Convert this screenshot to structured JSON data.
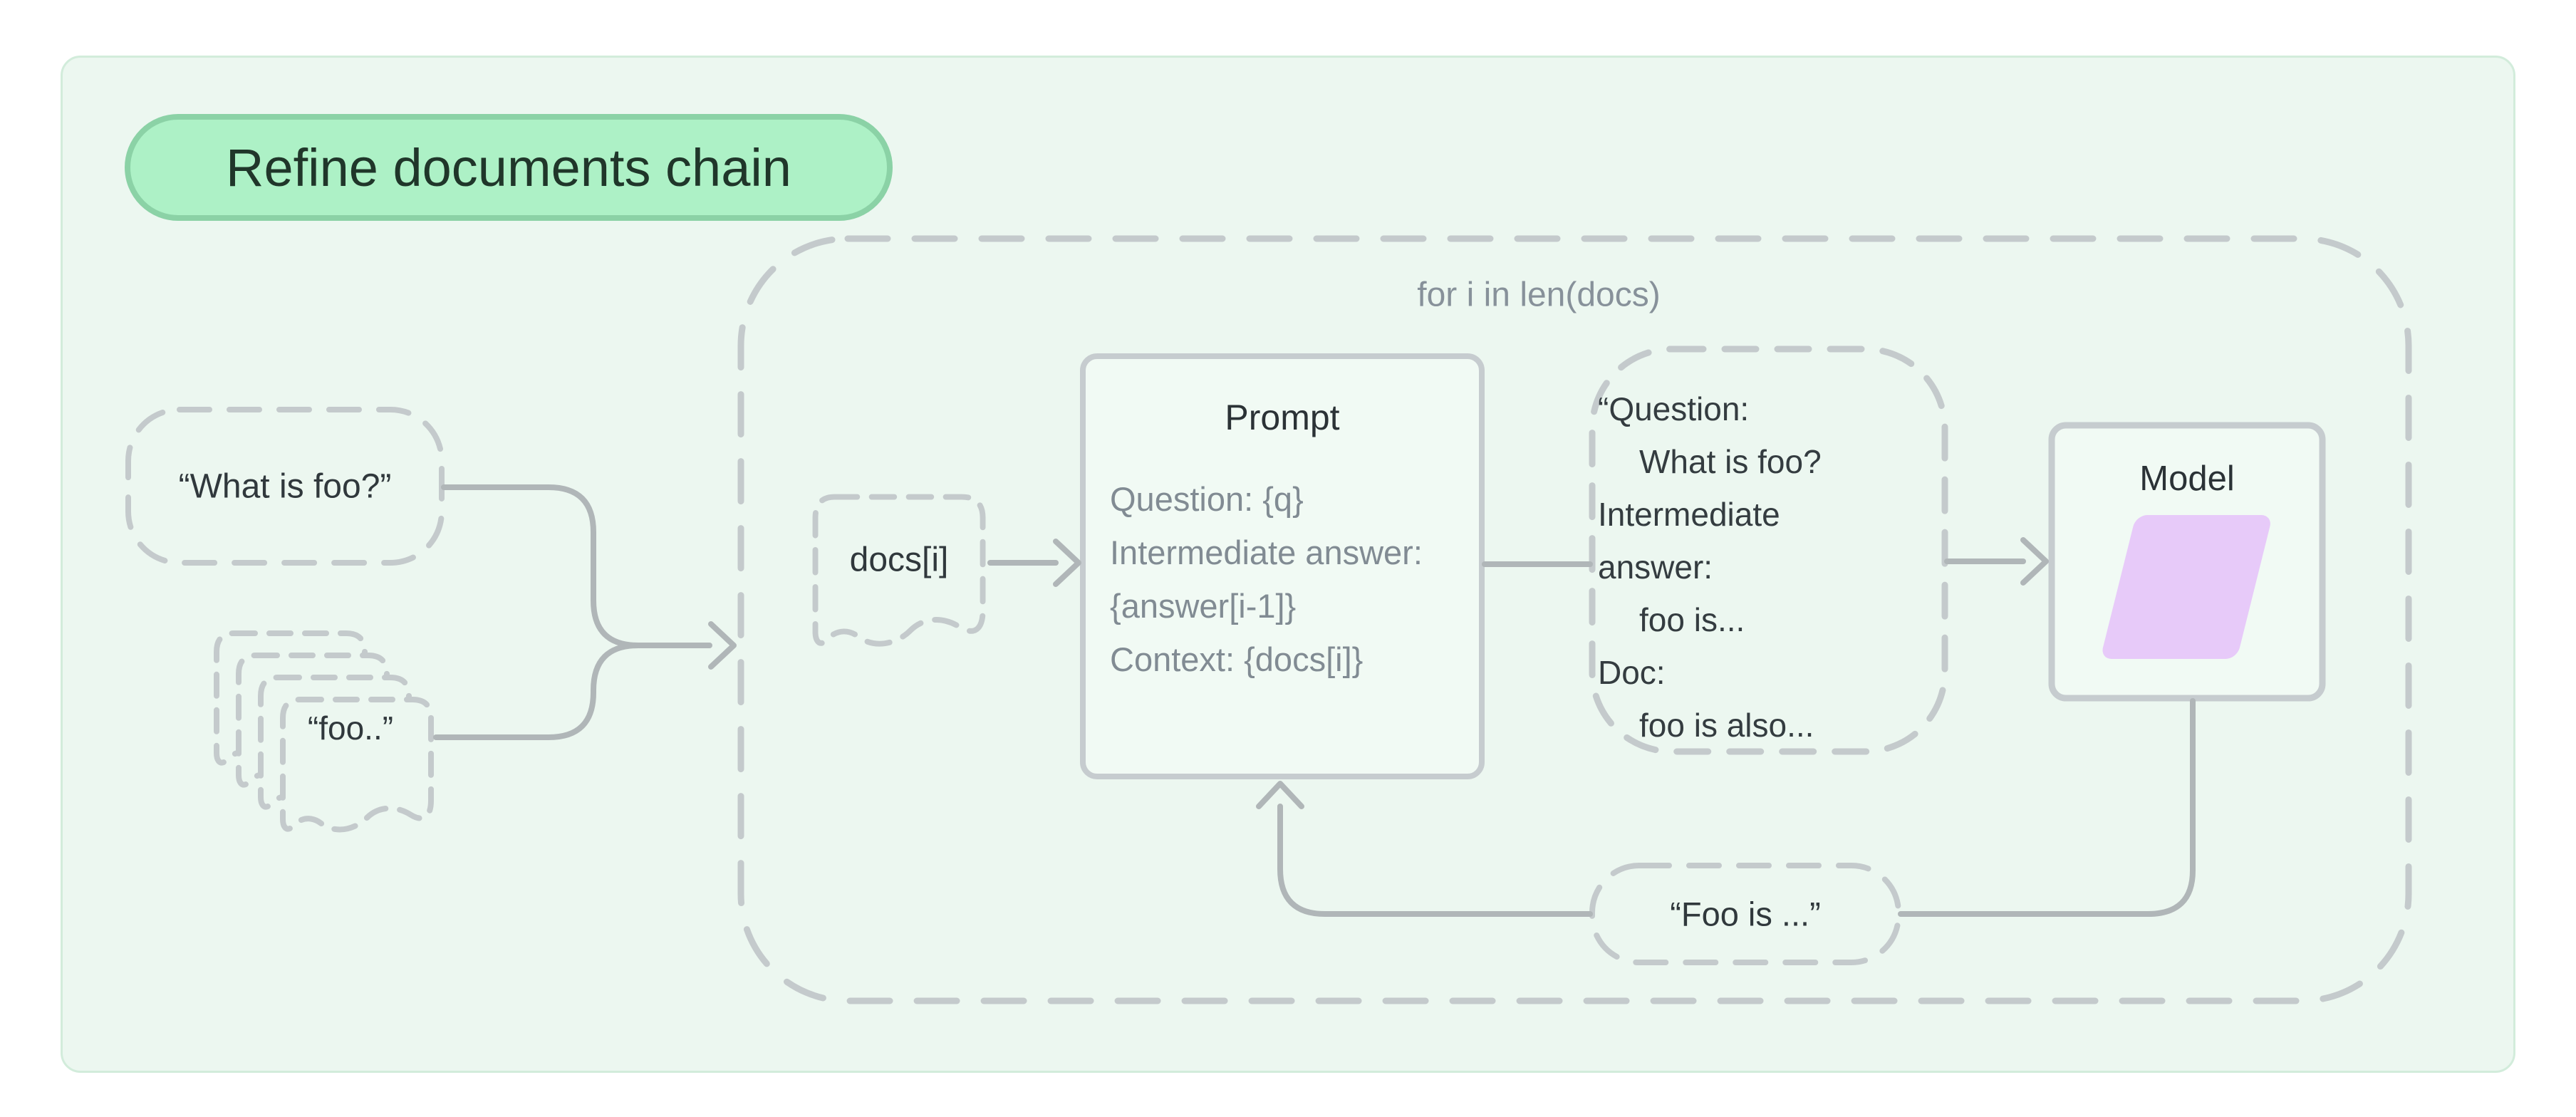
{
  "badge": {
    "label": "Refine documents chain"
  },
  "loop": {
    "label": "for i in len(docs)"
  },
  "nodes": {
    "question": {
      "label": "“What is foo?”"
    },
    "docs_stack": {
      "label": "“foo..”"
    },
    "doc_item": {
      "label": "docs[i]"
    },
    "prompt": {
      "title": "Prompt",
      "lines": [
        "Question: {q}",
        "Intermediate answer:",
        "{answer[i-1]}",
        "Context: {docs[i]}"
      ]
    },
    "intermediate_output": {
      "lines": [
        {
          "text": "“Question:",
          "indent": false
        },
        {
          "text": "What is foo?",
          "indent": true
        },
        {
          "text": "Intermediate",
          "indent": false
        },
        {
          "text": "answer:",
          "indent": false
        },
        {
          "text": "foo is...",
          "indent": true
        },
        {
          "text": "Doc:",
          "indent": false
        },
        {
          "text": "foo is also...",
          "indent": true
        }
      ]
    },
    "model": {
      "label": "Model"
    },
    "answer": {
      "label": "“Foo is ...”"
    }
  },
  "colors": {
    "page_background": "#ffffff",
    "panel_background": "#ecf7f0",
    "panel_border": "#d2ecdb",
    "badge_fill": "#adf1c6",
    "badge_border": "#8bd2a6",
    "badge_text": "#20362a",
    "dash_gray": "#c4cacc",
    "solid_line_gray": "#b0b6b8",
    "box_border_gray": "#c6cccf",
    "dark_text": "#30383c",
    "muted_text": "#87919a",
    "model_parallelogram": "#e7caf9"
  }
}
